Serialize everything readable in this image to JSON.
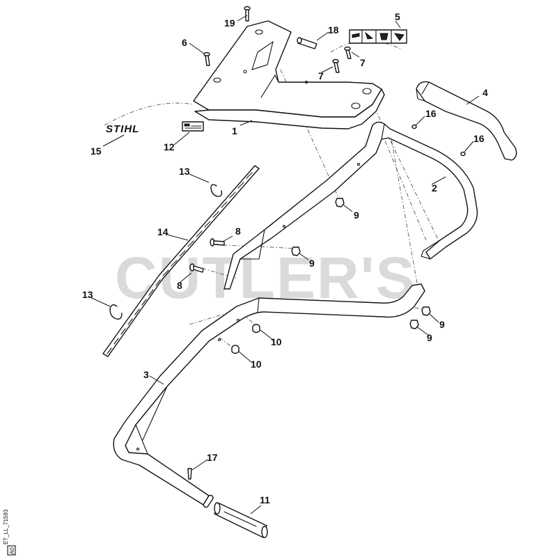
{
  "watermark": "CUTLER'S",
  "brand_label": "STIHL",
  "drawing_code": "ET_LL_71593",
  "drawing_rev": "A0",
  "callouts": {
    "c1": "1",
    "c2": "2",
    "c3": "3",
    "c4": "4",
    "c5": "5",
    "c6": "6",
    "c7a": "7",
    "c7b": "7",
    "c8a": "8",
    "c8b": "8",
    "c9a": "9",
    "c9b": "9",
    "c9c": "9",
    "c9d": "9",
    "c10a": "10",
    "c10b": "10",
    "c11": "11",
    "c12": "12",
    "c13a": "13",
    "c13b": "13",
    "c14": "14",
    "c15": "15",
    "c16a": "16",
    "c16b": "16",
    "c17": "17",
    "c18": "18",
    "c19": "19"
  }
}
